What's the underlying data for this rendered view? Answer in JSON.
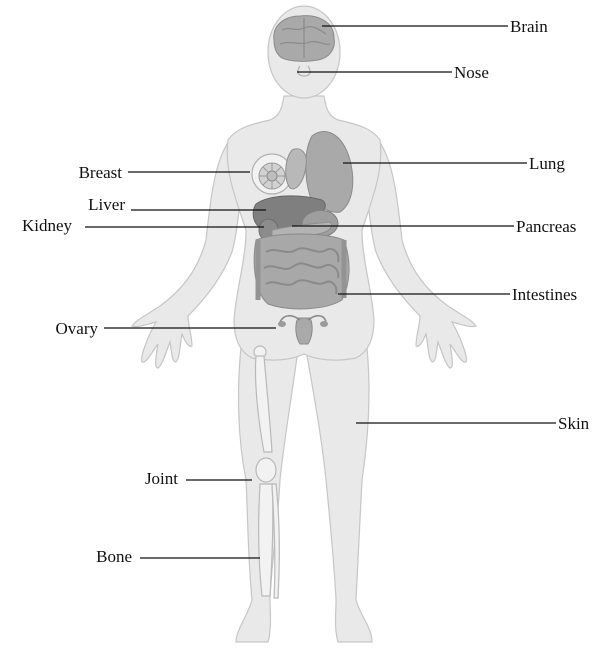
{
  "labels": {
    "brain": "Brain",
    "nose": "Nose",
    "lung": "Lung",
    "pancreas": "Pancreas",
    "intestines": "Intestines",
    "skin": "Skin",
    "breast": "Breast",
    "liver": "Liver",
    "kidney": "Kidney",
    "ovary": "Ovary",
    "joint": "Joint",
    "bone": "Bone"
  },
  "colors": {
    "body_fill": "#e9e9e9",
    "body_stroke": "#c8c8c8",
    "organ_dark": "#8a8a8a",
    "organ_mid": "#a9a9a9",
    "organ_light": "#c4c4c4",
    "leader_line": "#111111"
  }
}
